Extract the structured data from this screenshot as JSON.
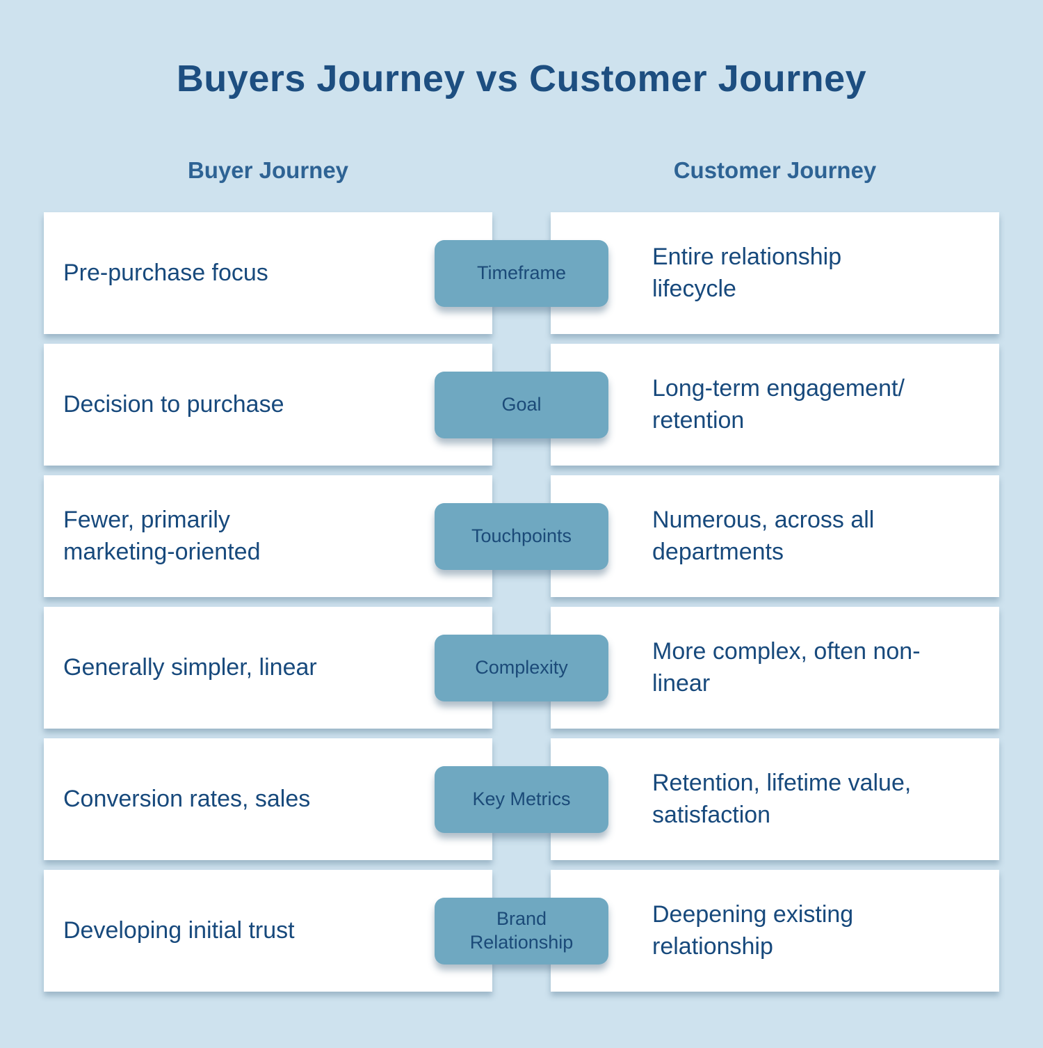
{
  "title": "Buyers Journey vs Customer Journey",
  "columns": {
    "left_header": "Buyer Journey",
    "right_header": "Customer Journey"
  },
  "rows": [
    {
      "dimension": "Timeframe",
      "buyer": "Pre-purchase focus",
      "customer": "Entire relationship\nlifecycle"
    },
    {
      "dimension": "Goal",
      "buyer": "Decision to purchase",
      "customer": "Long-term engagement/\nretention"
    },
    {
      "dimension": "Touchpoints",
      "buyer": "Fewer, primarily\nmarketing-oriented",
      "customer": "Numerous, across all\ndepartments"
    },
    {
      "dimension": "Complexity",
      "buyer": "Generally simpler, linear",
      "customer": "More complex, often non-\nlinear"
    },
    {
      "dimension": "Key Metrics",
      "buyer": "Conversion rates, sales",
      "customer": "Retention, lifetime value,\nsatisfaction"
    },
    {
      "dimension": "Brand\nRelationship",
      "buyer": "Developing initial trust",
      "customer": "Deepening existing\nrelationship"
    }
  ],
  "colors": {
    "background": "#cee2ee",
    "card": "#ffffff",
    "dimension_box": "#6fa8c1",
    "title_text": "#1d4e80",
    "header_text": "#2e6394",
    "body_text": "#17497c",
    "dimension_text": "#1b4a78"
  }
}
